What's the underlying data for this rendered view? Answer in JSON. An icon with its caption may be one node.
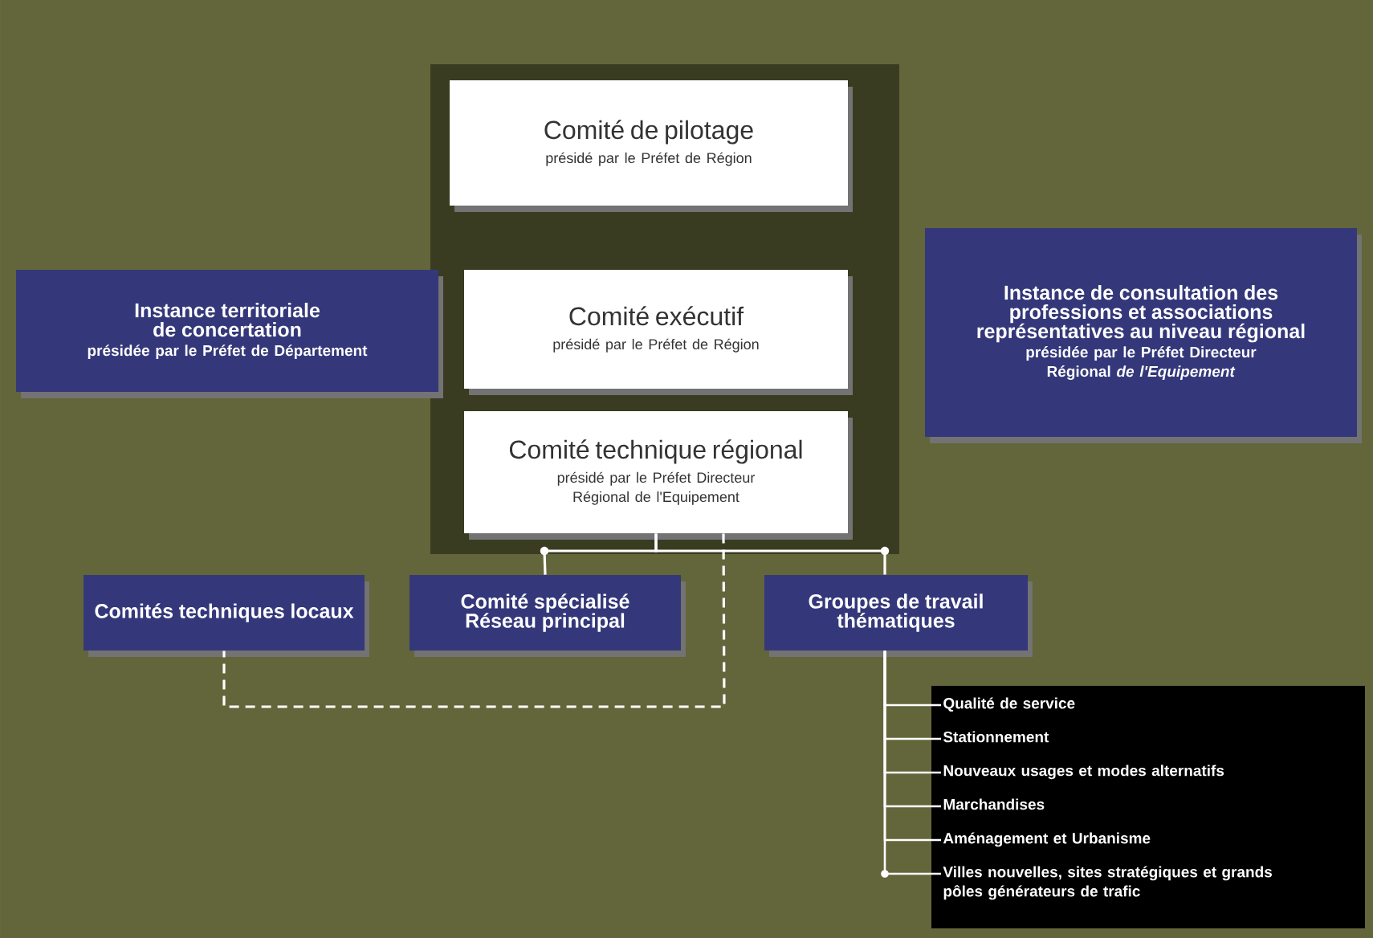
{
  "diagram": {
    "nodes": [
      {
        "text": [
          "Comité de pilotage",
          "présidé par le Préfet de Région"
        ]
      },
      {
        "text": [
          "Instance territoriale de concertation",
          "présidée par le Préfet de Département"
        ]
      },
      {
        "text": [
          "Comité exécutif",
          "présidé par le Préfet de Région"
        ]
      },
      {
        "text": [
          "Instance de consultation des professions et associations représentatives au niveau régional",
          "présidée par le Préfet Directeur Régional *de l'Equipement*"
        ]
      },
      {
        "text": [
          "Comité technique régional",
          "présidé par le Préfet Directeur Régional de l'Equipement"
        ]
      },
      {
        "text": [
          "Comités techniques locaux"
        ]
      },
      {
        "text": [
          "Comité spécialisé Réseau principal"
        ]
      },
      {
        "text": [
          "Groupes de travail thématiques"
        ]
      },
      {
        "text": [],
        "shape": "box"
      },
      {
        "text": [
          "Qualité de service"
        ],
        "in": 8
      },
      {
        "text": [
          "Stationnement"
        ],
        "in": 8
      },
      {
        "text": [
          "Nouveaux usages et modes alternatifs"
        ],
        "in": 8
      },
      {
        "text": [
          "Marchandises"
        ],
        "in": 8
      },
      {
        "text": [
          "Aménagement et Urbanisme"
        ],
        "in": 8
      },
      {
        "text": [
          "Villes nouvelles, sites stratégiques et grands pôles générateurs de trafic"
        ],
        "in": 8
      }
    ],
    "edges": [
      {
        "from": 4,
        "to": 6,
        "arrow": "none"
      },
      {
        "from": 4,
        "to": 7,
        "arrow": "none"
      },
      {
        "from": 4,
        "to": 5,
        "arrow": "none",
        "style": "dashed"
      },
      {
        "from": 7,
        "to": 9,
        "arrow": "none"
      },
      {
        "from": 7,
        "to": 10,
        "arrow": "none"
      },
      {
        "from": 7,
        "to": 11,
        "arrow": "none"
      },
      {
        "from": 7,
        "to": 12,
        "arrow": "none"
      },
      {
        "from": 7,
        "to": 13,
        "arrow": "none"
      },
      {
        "from": 7,
        "to": 14,
        "arrow": "none"
      }
    ]
  }
}
